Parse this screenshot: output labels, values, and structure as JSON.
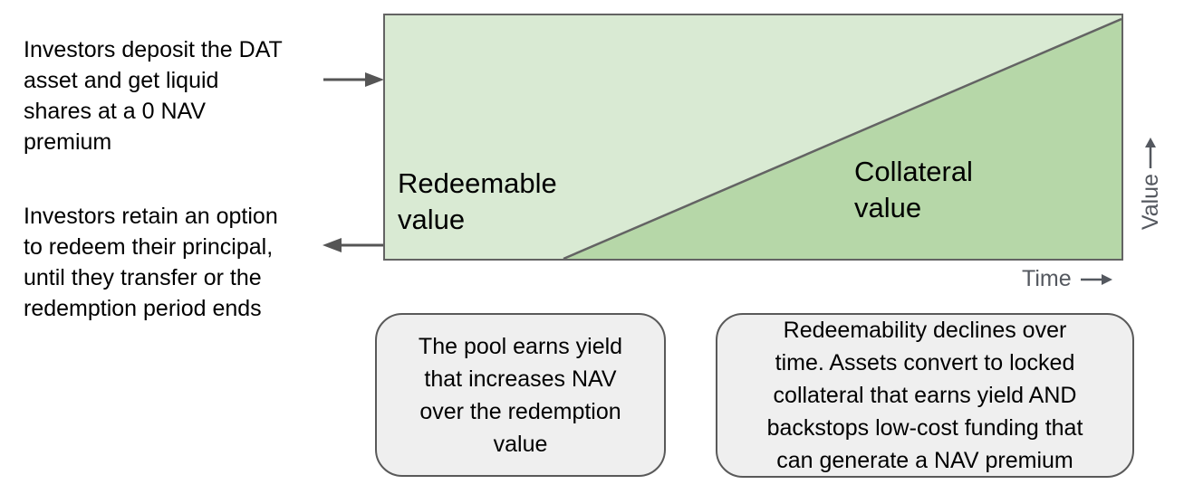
{
  "annotations": {
    "deposit": {
      "text": "Investors deposit the DAT\nasset and get liquid\nshares at a 0 NAV\npremium"
    },
    "redeem_option": {
      "text": "Investors retain an option\nto redeem their principal,\nuntil they transfer or the\nredemption period ends"
    }
  },
  "chart": {
    "regions": [
      {
        "label": "Redeemable\nvalue",
        "fill": "#d9ead3"
      },
      {
        "label": "Collateral\nvalue",
        "fill": "#b6d7a8"
      }
    ],
    "x_axis": {
      "label": "Time"
    },
    "y_axis": {
      "label": "Value"
    },
    "outline_color": "#636363"
  },
  "callouts": [
    {
      "text": "The pool earns yield\nthat increases NAV\nover the redemption\nvalue"
    },
    {
      "text": "Redeemability declines over\ntime. Assets convert to locked\ncollateral that earns yield AND\nbackstops low-cost funding that\ncan generate a NAV premium"
    }
  ],
  "icons": {
    "right-arrow-icon": "→",
    "left-arrow-icon": "←",
    "up-arrow-icon": "↑"
  },
  "colors": {
    "region_light_green": "#d9ead3",
    "region_dark_green": "#b6d7a8",
    "shape_outline_gray": "#636363",
    "callout_fill": "#efefef",
    "callout_border": "#595959",
    "arrow_gray": "#555555",
    "axis_label_gray": "#54585f"
  }
}
